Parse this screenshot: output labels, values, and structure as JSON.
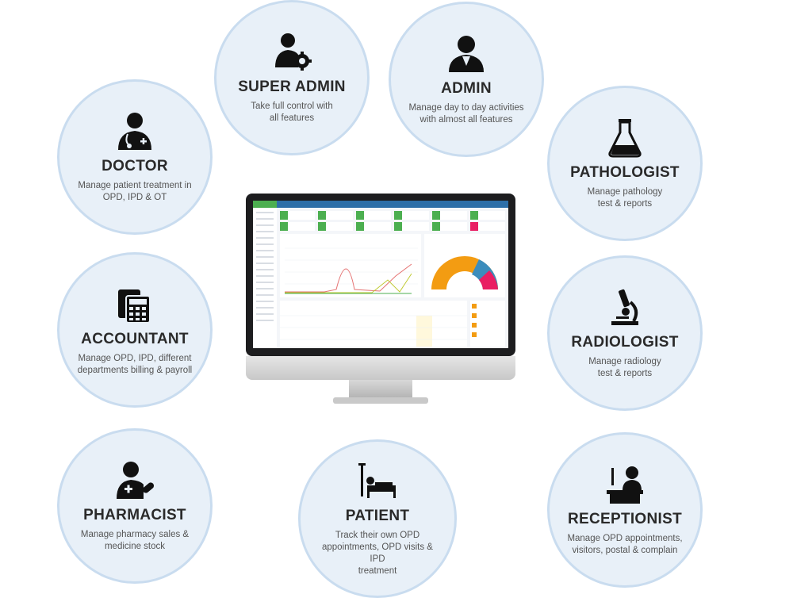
{
  "roles": {
    "super_admin": {
      "title": "SUPER ADMIN",
      "desc": "Take full control with\nall features",
      "icon": "admin-gear-icon"
    },
    "admin": {
      "title": "ADMIN",
      "desc": "Manage day to day activities\nwith almost all features",
      "icon": "user-icon"
    },
    "doctor": {
      "title": "DOCTOR",
      "desc": "Manage patient treatment in\nOPD, IPD & OT",
      "icon": "doctor-icon"
    },
    "pathologist": {
      "title": "PATHOLOGIST",
      "desc": "Manage pathology\ntest & reports",
      "icon": "flask-icon"
    },
    "accountant": {
      "title": "ACCOUNTANT",
      "desc": "Manage OPD, IPD, different\ndepartments billing & payroll",
      "icon": "calculator-icon"
    },
    "radiologist": {
      "title": "RADIOLOGIST",
      "desc": "Manage radiology\ntest & reports",
      "icon": "microscope-icon"
    },
    "pharmacist": {
      "title": "PHARMACIST",
      "desc": "Manage pharmacy sales &\nmedicine stock",
      "icon": "pharmacist-icon"
    },
    "patient": {
      "title": "PATIENT",
      "desc": "Track their own OPD\nappointments, OPD visits & IPD\ntreatment",
      "icon": "patient-bed-icon"
    },
    "receptionist": {
      "title": "RECEPTIONIST",
      "desc": "Manage OPD appointments,\nvisitors, postal & complain",
      "icon": "receptionist-icon"
    }
  },
  "colors": {
    "circle_fill": "#e8f0f8",
    "circle_border": "#c9dcef",
    "accent_green": "#4caf50",
    "accent_orange": "#f39c12",
    "accent_blue": "#3c8dbc"
  }
}
